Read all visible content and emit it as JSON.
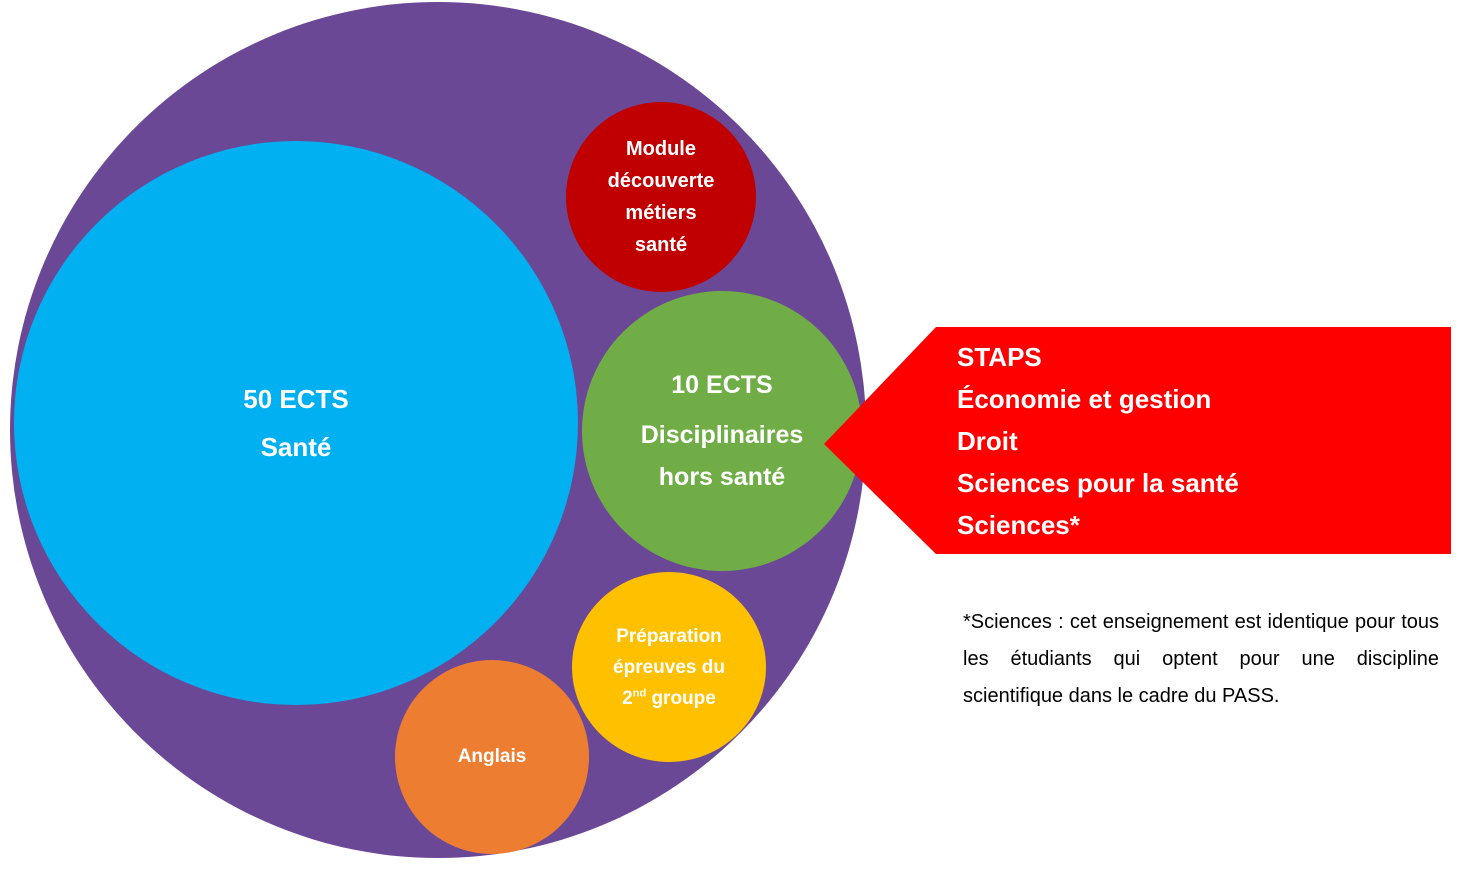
{
  "colors": {
    "outer": "#6b4896",
    "sante": "#00b0f0",
    "module": "#c00000",
    "disciplinaires": "#70ad47",
    "preparation": "#ffc000",
    "anglais": "#ed7d31",
    "arrow": "#ff0000"
  },
  "sante": {
    "line1": "50 ECTS",
    "line2": "Santé"
  },
  "module": {
    "lines": [
      "Module",
      "découverte",
      "métiers",
      "santé"
    ]
  },
  "disciplinaires": {
    "line1": "10 ECTS",
    "line2": "Disciplinaires",
    "line3": "hors santé"
  },
  "preparation": {
    "line1": "Préparation",
    "line2": "épreuves du",
    "line3_prefix": "2",
    "line3_sup": "nd",
    "line3_suffix": " groupe"
  },
  "anglais": {
    "label": "Anglais"
  },
  "disciplines": [
    "STAPS",
    "Économie et gestion",
    "Droit",
    "Sciences pour la santé",
    "Sciences*"
  ],
  "footnote": "*Sciences : cet enseignement est identique pour tous les étudiants qui optent pour une discipline scientifique dans le cadre du PASS."
}
